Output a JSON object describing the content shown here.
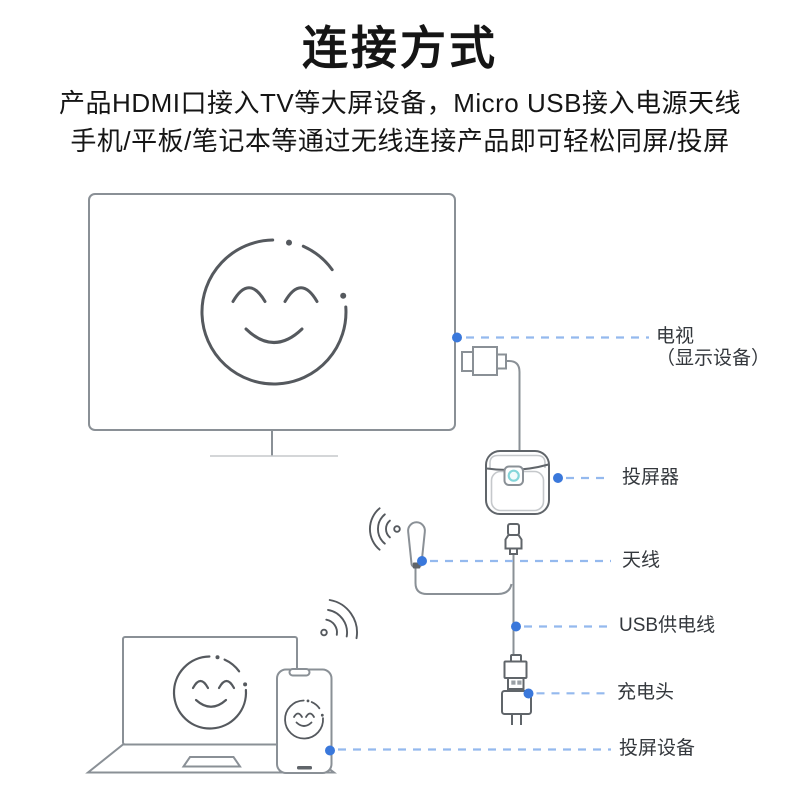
{
  "page": {
    "title": "连接方式",
    "description_line1": "产品HDMI口接入TV等大屏设备，Micro USB接入电源天线",
    "description_line2": "手机/平板/笔记本等通过无线连接产品即可轻松同屏/投屏"
  },
  "callouts": {
    "tv": {
      "label_line1": "电视",
      "label_line2": "（显示设备）"
    },
    "dongle": {
      "label": "投屏器"
    },
    "antenna": {
      "label": "天线"
    },
    "usb_cable": {
      "label": "USB供电线"
    },
    "charger": {
      "label": "充电头"
    },
    "source_device": {
      "label": "投屏设备"
    }
  },
  "icons": {
    "tv_smiley_icon": "smiley-face",
    "laptop_smiley_icon": "smiley-face",
    "phone_smiley_icon": "smiley-face",
    "antenna_signal_icon": "wifi-arcs",
    "phone_signal_icon": "wifi-arcs",
    "dongle_button_icon": "cyan-ring-button"
  },
  "colors": {
    "accent_blue": "#3A78DB",
    "dash_blue": "#94B9EE",
    "outline_gray": "#8A9096",
    "outline_dark": "#60656A",
    "outline_light": "#C5C8CB",
    "smiley_gray": "#55595E",
    "ring_cyan": "#85D6DA",
    "text_primary": "#151515",
    "label_text": "#34383D",
    "background": "#FFFFFF"
  }
}
